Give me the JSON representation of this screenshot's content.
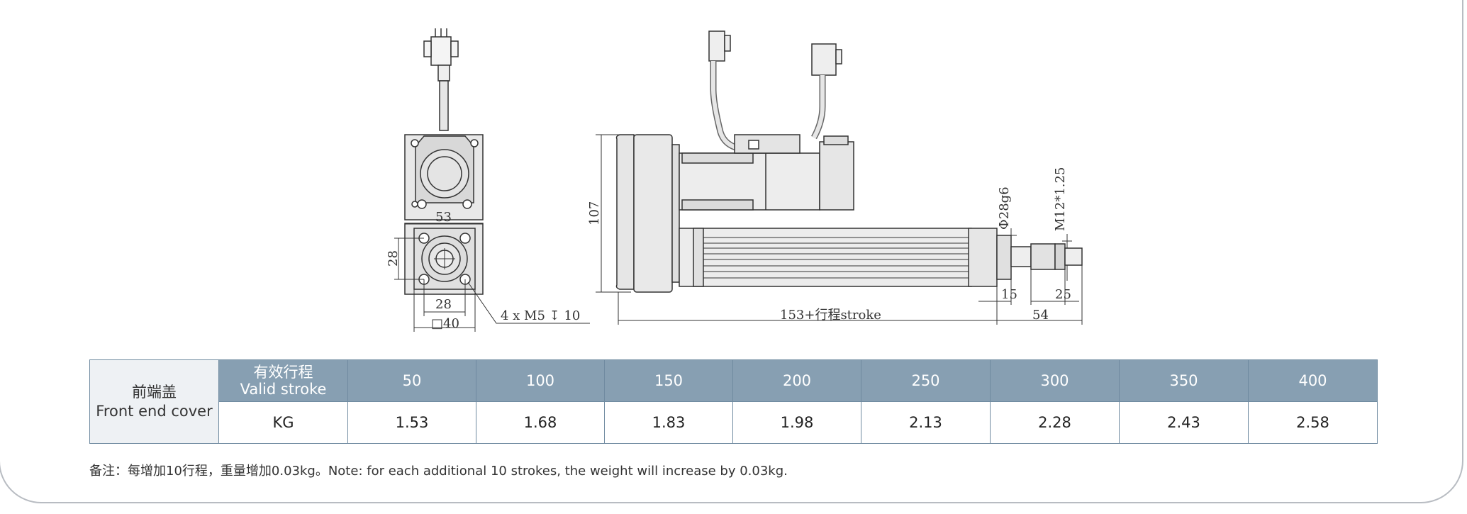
{
  "drawing": {
    "dim_53": "53",
    "dim_28_left": "28",
    "dim_28_bottom": "28",
    "dim_40": "□40",
    "thread_note": "4 x  M5 ↧ 10",
    "dim_107": "107",
    "dim_stroke": "153+行程stroke",
    "dim_15": "15",
    "dim_25": "25",
    "dim_54": "54",
    "dim_rod": "Φ28g6",
    "dim_thread": "M12*1.25"
  },
  "table": {
    "corner": {
      "cn": "前端盖",
      "en": "Front end cover"
    },
    "header": {
      "cn": "有效行程",
      "en": "Valid stroke"
    },
    "strokes": [
      "50",
      "100",
      "150",
      "200",
      "250",
      "300",
      "350",
      "400"
    ],
    "row_label": "KG",
    "weights": [
      "1.53",
      "1.68",
      "1.83",
      "1.98",
      "2.13",
      "2.28",
      "2.43",
      "2.58"
    ]
  },
  "note": "备注：每增加10行程，重量增加0.03kg。Note: for each additional 10 strokes, the weight will increase by 0.03kg."
}
